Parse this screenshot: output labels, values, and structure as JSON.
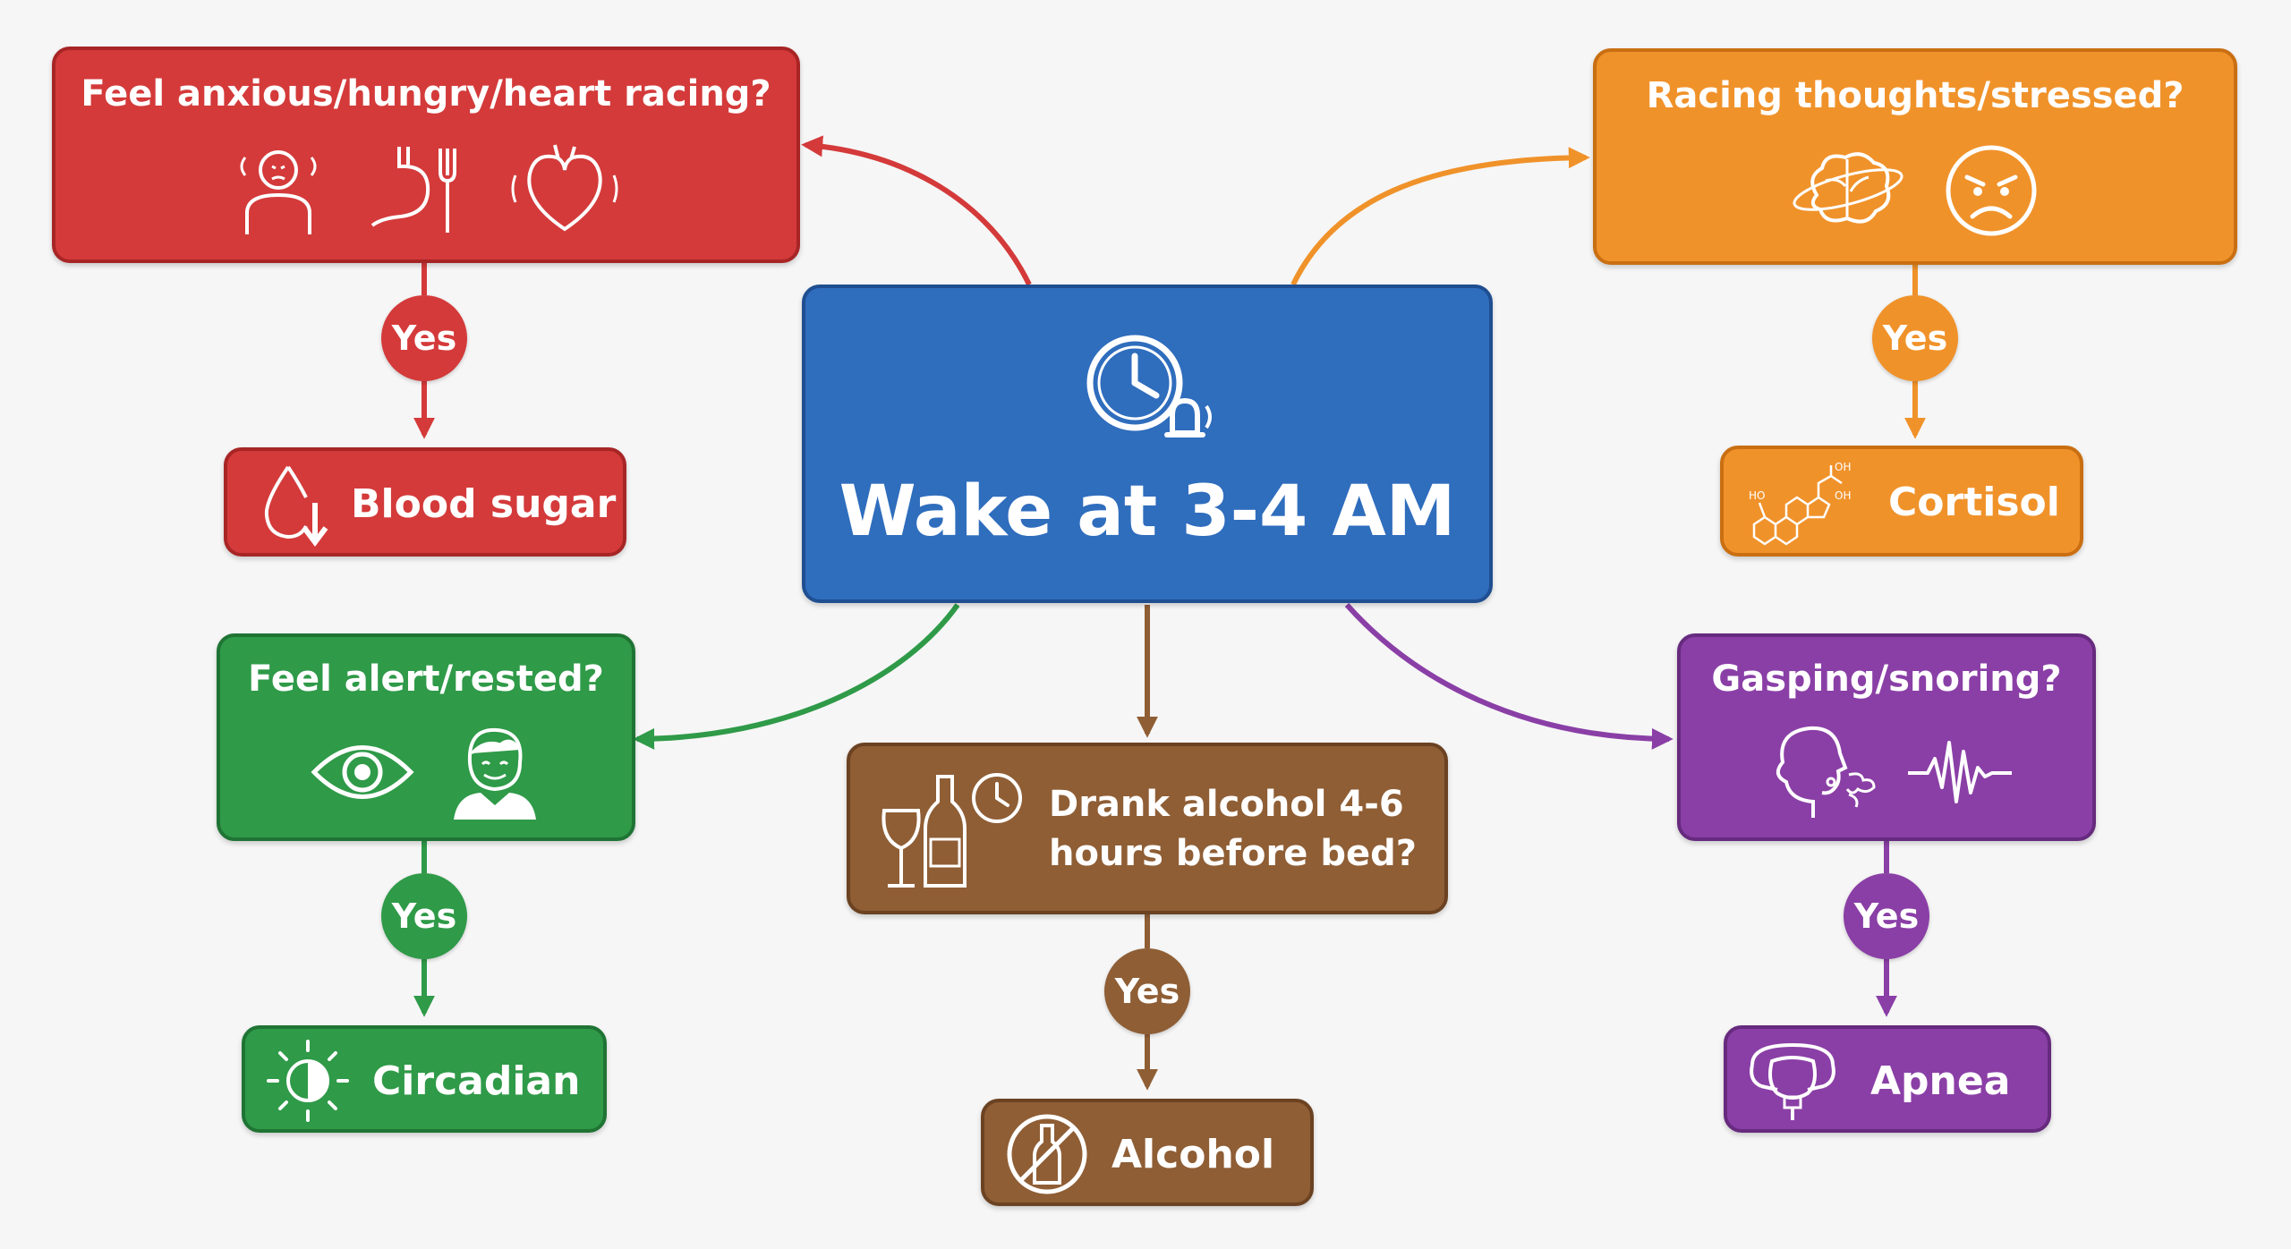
{
  "center": {
    "title": "Wake at 3-4 AM",
    "icon": "clock-alarm-icon",
    "color": "#2f6dbd"
  },
  "branches": {
    "blood_sugar": {
      "question": "Feel anxious/hungry/heart racing?",
      "answer": "Yes",
      "result": "Blood sugar",
      "color": "#d43a3a",
      "icons": [
        "anxious-person-icon",
        "stomach-fork-icon",
        "racing-heart-icon"
      ],
      "result_icon": "blood-drop-down-icon"
    },
    "cortisol": {
      "question": "Racing thoughts/stressed?",
      "answer": "Yes",
      "result": "Cortisol",
      "color": "#f0922a",
      "icons": [
        "spinning-brain-icon",
        "stressed-face-icon"
      ],
      "result_icon": "cortisol-molecule-icon"
    },
    "circadian": {
      "question": "Feel alert/rested?",
      "answer": "Yes",
      "result": "Circadian",
      "color": "#2f9a48",
      "icons": [
        "eye-icon",
        "rested-person-icon"
      ],
      "result_icon": "half-sun-icon"
    },
    "alcohol": {
      "question_line1": "Drank alcohol 4-6",
      "question_line2": "hours before bed?",
      "answer": "Yes",
      "result": "Alcohol",
      "color": "#8f5e35",
      "icons": [
        "wine-bottle-clock-icon"
      ],
      "result_icon": "no-alcohol-icon"
    },
    "apnea": {
      "question": "Gasping/snoring?",
      "answer": "Yes",
      "result": "Apnea",
      "color": "#8a3fa6",
      "icons": [
        "gasping-head-icon",
        "breathing-wave-icon"
      ],
      "result_icon": "cpap-mask-icon"
    }
  }
}
